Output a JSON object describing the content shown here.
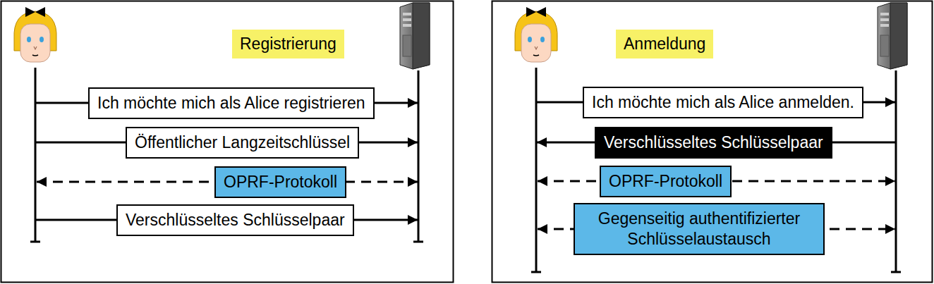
{
  "diagram": {
    "nodes": [
      {
        "text": [
          "Registrierung"
        ]
      },
      {
        "text": [
          "Ich möchte mich als Alice registrieren"
        ]
      },
      {
        "text": [
          "Öffentlicher Langzeitschlüssel"
        ]
      },
      {
        "text": [
          "OPRF-Protokoll"
        ]
      },
      {
        "text": [
          "Verschlüsseltes Schlüsselpaar"
        ]
      },
      {
        "text": [
          "Anmeldung"
        ]
      },
      {
        "text": [
          "Ich möchte mich als Alice anmelden."
        ]
      },
      {
        "text": [
          "Verschlüsseltes Schlüsselpaar"
        ]
      },
      {
        "text": [
          "OPRF-Protokoll"
        ]
      },
      {
        "text": [
          "Gegenseitig authentifizierter Schlüsselaustausch"
        ]
      }
    ]
  }
}
